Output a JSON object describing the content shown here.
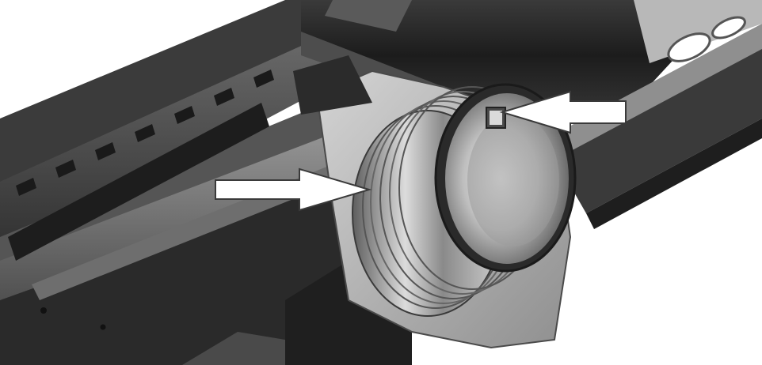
{
  "illustration": {
    "subject": "rifle-upper-receiver-barrel-extension",
    "style": "grayscale-technical-render",
    "callouts": [
      {
        "id": "arrow-threads",
        "points_to": "barrel-nut-threads",
        "direction": "right"
      },
      {
        "id": "arrow-index-pin",
        "points_to": "barrel-extension-index-notch",
        "direction": "left"
      }
    ],
    "colors": {
      "background": "#ffffff",
      "dark_metal": "#262626",
      "mid_metal": "#7a7a7a",
      "light_metal": "#bdbdbd",
      "highlight": "#e6e6e6",
      "arrow_fill": "#ffffff",
      "arrow_stroke": "#3a3a3a"
    }
  }
}
